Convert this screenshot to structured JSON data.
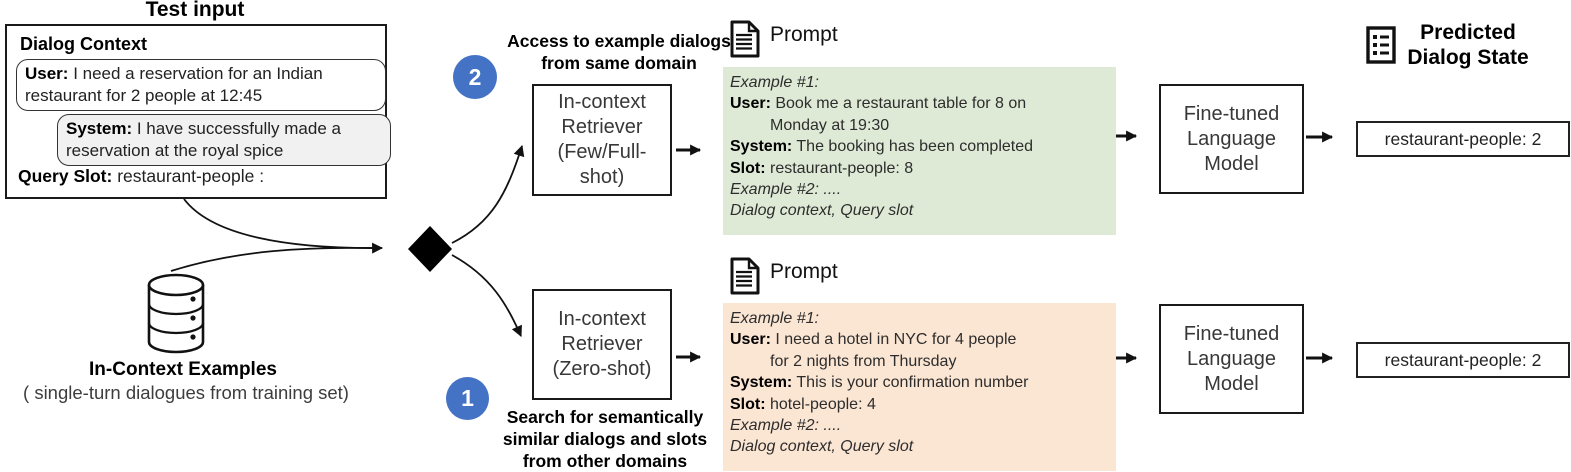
{
  "colors": {
    "badge_blue": "#4472C4",
    "prompt_green_bg": "#DEEAD6",
    "prompt_orange_bg": "#FBE5D3",
    "system_bubble_bg": "#F1F1F1"
  },
  "icons": {
    "examples": "database-icon",
    "prompt": "document-icon",
    "predicted": "checklist-icon",
    "merge": "diamond-merge-icon"
  },
  "test_input": {
    "title": "Test input",
    "section_label": "Dialog Context",
    "user_label": "User:",
    "user_text": " I need a reservation for an Indian restaurant for 2 people at 12:45",
    "system_label": "System:",
    "system_text": " I have successfully made a reservation at the royal spice",
    "query_label": "Query Slot:",
    "query_text": " restaurant-people :"
  },
  "examples_db": {
    "title": "In-Context Examples",
    "subtitle": "( single-turn dialogues from training set)"
  },
  "branch_same_domain": {
    "badge": "2",
    "caption_line1": "Access to example dialogs",
    "caption_line2": "from same domain",
    "retriever_line1": "In-context",
    "retriever_line2": "Retriever",
    "retriever_line3": "(Few/Full-",
    "retriever_line4": "shot)"
  },
  "branch_other_domain": {
    "badge": "1",
    "caption_line1": "Search for semantically",
    "caption_line2": "similar dialogs and slots",
    "caption_line3": "from other domains",
    "retriever_line1": "In-context",
    "retriever_line2": "Retriever",
    "retriever_line3": "(Zero-shot)"
  },
  "prompt_same_domain": {
    "header": "Prompt",
    "line1": "Example #1:",
    "line2_label": "User:",
    "line2_text": " Book me a restaurant table for 8 on",
    "line3": "Monday at 19:30",
    "line4_label": "System:",
    "line4_text": " The booking has been completed",
    "line5_label": "Slot:",
    "line5_text": " restaurant-people: 8",
    "line6": "Example #2: ....",
    "line7": "Dialog context, Query slot"
  },
  "prompt_other_domain": {
    "header": "Prompt",
    "line1": "Example #1:",
    "line2_label": "User:",
    "line2_text": " I need a hotel in NYC for 4 people",
    "line3": "for 2 nights from Thursday",
    "line4_label": "System:",
    "line4_text": " This is your confirmation number",
    "line5_label": "Slot:",
    "line5_text": " hotel-people: 4",
    "line6": "Example #2: ....",
    "line7": "Dialog context, Query slot"
  },
  "model_top": {
    "line1": "Fine-tuned",
    "line2": "Language",
    "line3": "Model"
  },
  "model_bottom": {
    "line1": "Fine-tuned",
    "line2": "Language",
    "line3": "Model"
  },
  "predicted_state": {
    "title_line1": "Predicted",
    "title_line2": "Dialog State"
  },
  "output_top": {
    "value": "restaurant-people: 2"
  },
  "output_bottom": {
    "value": "restaurant-people: 2"
  }
}
